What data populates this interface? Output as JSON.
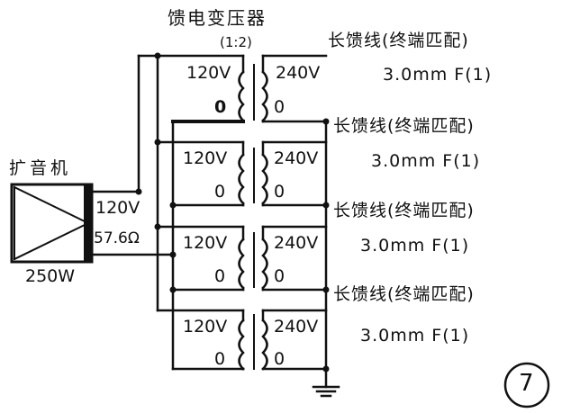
{
  "title": "馈电变压器",
  "ratio": "(1:2)",
  "amplifier": {
    "name": "扩音机",
    "voltage": "120V",
    "impedance": "57.6Ω",
    "power": "250W"
  },
  "transformers": [
    {
      "primary_v": "120V",
      "primary_zero": "0",
      "secondary_v": "240V",
      "secondary_zero": "0"
    },
    {
      "primary_v": "120V",
      "primary_zero": "0",
      "secondary_v": "240V",
      "secondary_zero": "0"
    },
    {
      "primary_v": "120V",
      "primary_zero": "0",
      "secondary_v": "240V",
      "secondary_zero": "0"
    },
    {
      "primary_v": "120V",
      "primary_zero": "0",
      "secondary_v": "240V",
      "secondary_zero": "0"
    }
  ],
  "feeders": [
    {
      "label": "长馈线(终端匹配)",
      "spec": "3.0mm F(1)"
    },
    {
      "label": "长馈线(终端匹配)",
      "spec": "3.0mm F(1)"
    },
    {
      "label": "长馈线(终端匹配)",
      "spec": "3.0mm F(1)"
    },
    {
      "label": "长馈线(终端匹配)",
      "spec": "3.0mm F(1)"
    }
  ],
  "figure_number": "7"
}
